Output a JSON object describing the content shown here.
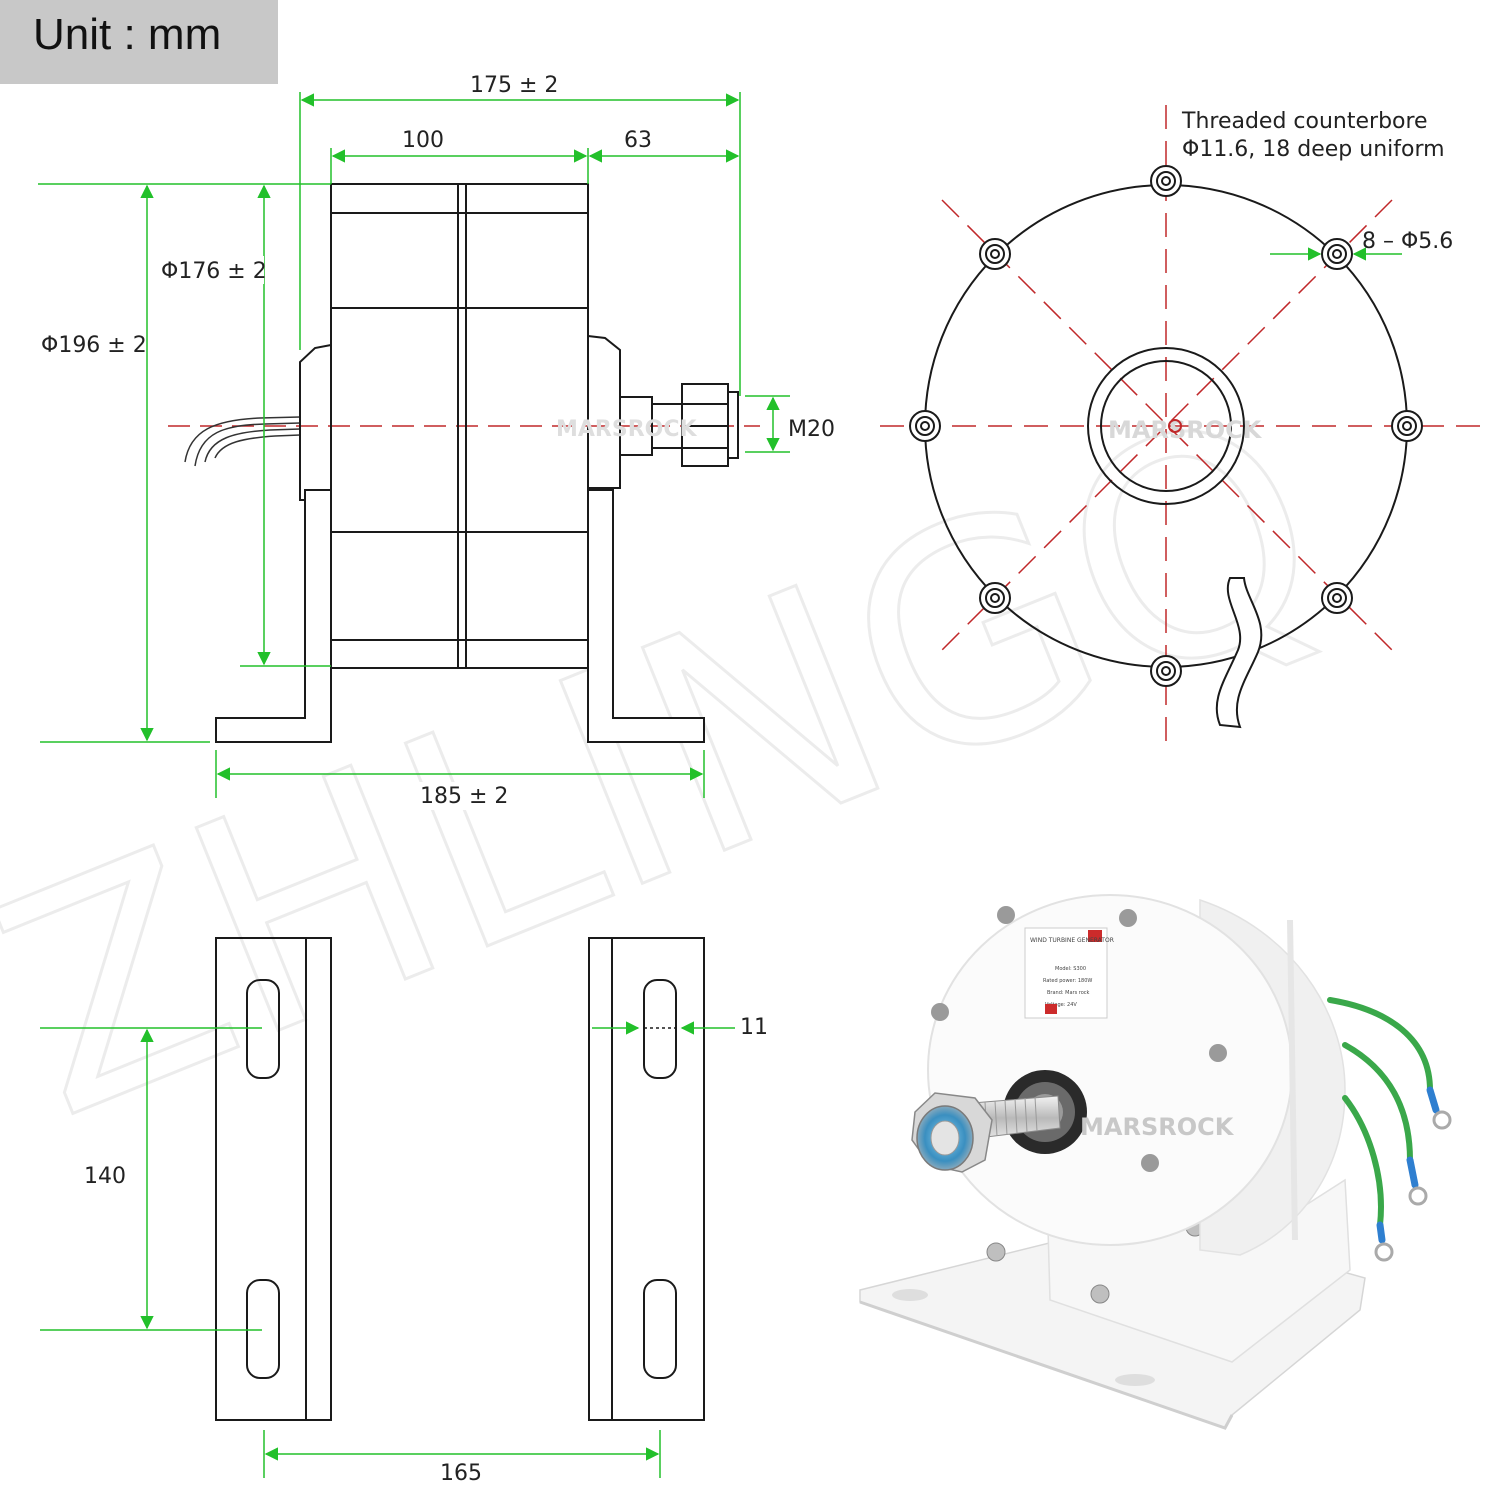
{
  "unit_label": "Unit : mm",
  "watermark": "ZHLINGQ",
  "side_view": {
    "overall_length": "175 ± 2",
    "body_length": "100",
    "shaft_length": "63",
    "inner_diameter": "Φ176 ± 2",
    "outer_diameter": "Φ196 ± 2",
    "thread": "M20",
    "base_width": "185 ± 2",
    "logo_text": "MARSROCK"
  },
  "front_view": {
    "counterbore_note_line1": "Threaded counterbore",
    "counterbore_note_line2": "Φ11.6, 18 deep uniform",
    "holes": "8 – Φ5.6",
    "logo_text": "MARSROCK"
  },
  "bracket_view": {
    "slot_spacing": "140",
    "slot_width": "11",
    "bracket_spacing": "165"
  },
  "photo": {
    "label_title": "WIND TURBINE GENERATOR",
    "label_model": "Model: S300",
    "label_power": "Rated power: 180W",
    "label_brand": "Brand: Mars rock",
    "label_voltage": "Voltage: 24V",
    "logo_text": "MARSROCK"
  },
  "colors": {
    "dimension_green": "#22c02a",
    "centerline_red": "#c0282a",
    "outline": "#1a1a1a",
    "cable_green": "#3aa84a",
    "terminal_blue": "#2f7fd0"
  }
}
